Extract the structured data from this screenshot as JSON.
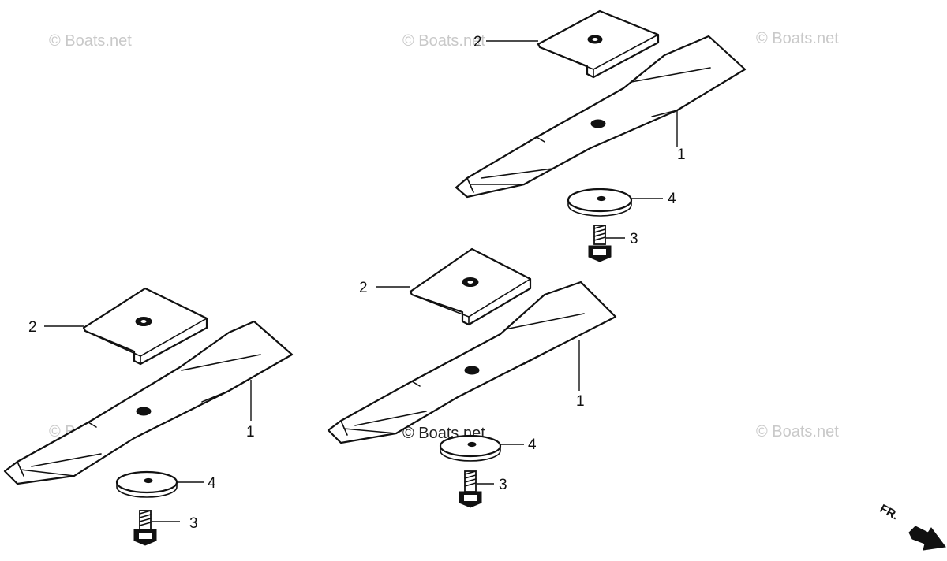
{
  "watermark": {
    "text": "© Boats.net"
  },
  "callouts": {
    "blade": "1",
    "adapter": "2",
    "bolt": "3",
    "washer": "4"
  },
  "direction_label": "FR."
}
